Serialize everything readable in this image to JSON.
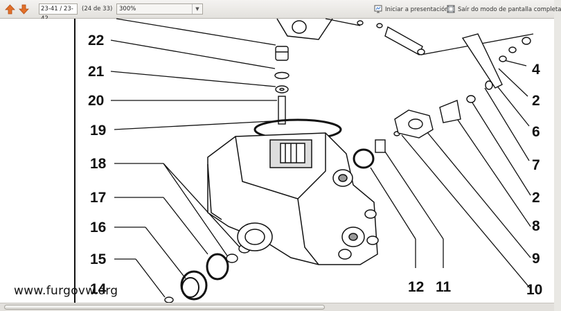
{
  "toolbar": {
    "back_icon": "arrow-up-icon",
    "forward_icon": "arrow-down-icon",
    "page_field_value": "23-41 / 23-42",
    "page_count": "(24 de 33)",
    "zoom_value": "300%",
    "start_presentation_label": "Iniciar a presentación",
    "exit_fullscreen_label": "Saír do modo de pantalla completa"
  },
  "diagram": {
    "callouts_left": [
      "22",
      "21",
      "20",
      "19",
      "18",
      "17",
      "16",
      "15",
      "14"
    ],
    "callouts_bottom": [
      "12",
      "11"
    ],
    "callouts_right": [
      "4",
      "2",
      "6",
      "7",
      "2",
      "8",
      "9",
      "10"
    ]
  },
  "watermark": "www.furgovw.org",
  "colors": {
    "arrow_orange": "#e2702a",
    "ink": "#111111",
    "toolbar_bg": "#eceae6"
  }
}
